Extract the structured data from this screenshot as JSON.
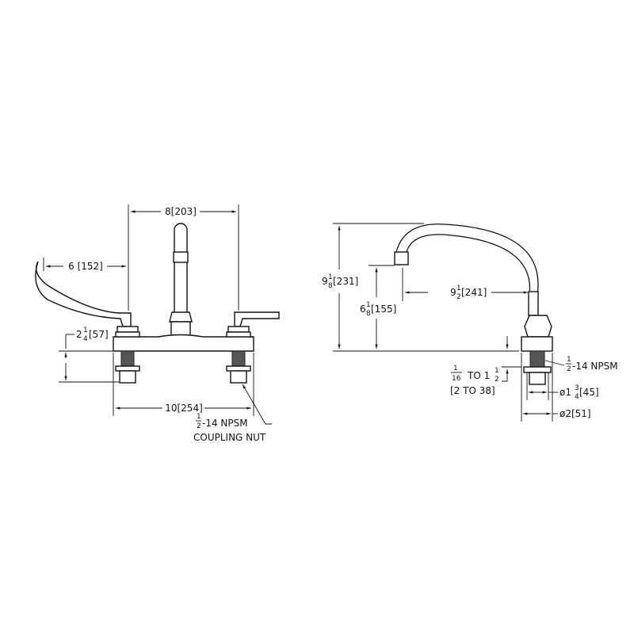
{
  "front_view": {
    "width_between_valves": "8[203]",
    "handle_length": "6 [152]",
    "shank_length_whole": "2",
    "shank_length_num": "1",
    "shank_length_den": "4",
    "shank_length_rest": "[57]",
    "overall_width": "10[254]",
    "coupling_num": "1",
    "coupling_den": "2",
    "coupling_thread": "-14  NPSM",
    "coupling_label": "COUPLING  NUT"
  },
  "side_view": {
    "overall_height_whole": "9",
    "overall_height_num": "1",
    "overall_height_den": "8",
    "overall_height_rest": "[231]",
    "spout_height_whole": "6",
    "spout_height_num": "1",
    "spout_height_den": "8",
    "spout_height_rest": "[155]",
    "spout_reach_whole": "9",
    "spout_reach_num": "1",
    "spout_reach_den": "2",
    "spout_reach_rest": "[241]",
    "thread_num": "1",
    "thread_den": "2",
    "thread_rest": "-14  NPSM",
    "deck_range_num": "1",
    "deck_range_den": "16",
    "deck_range_to": "TO  1",
    "deck_range_num2": "1",
    "deck_range_den2": "2",
    "deck_range_metric": "[2  TO  38]",
    "hole_dia_prefix": "ø1",
    "hole_dia_num": "3",
    "hole_dia_den": "4",
    "hole_dia_rest": "[45]",
    "base_dia": "ø2[51]"
  }
}
